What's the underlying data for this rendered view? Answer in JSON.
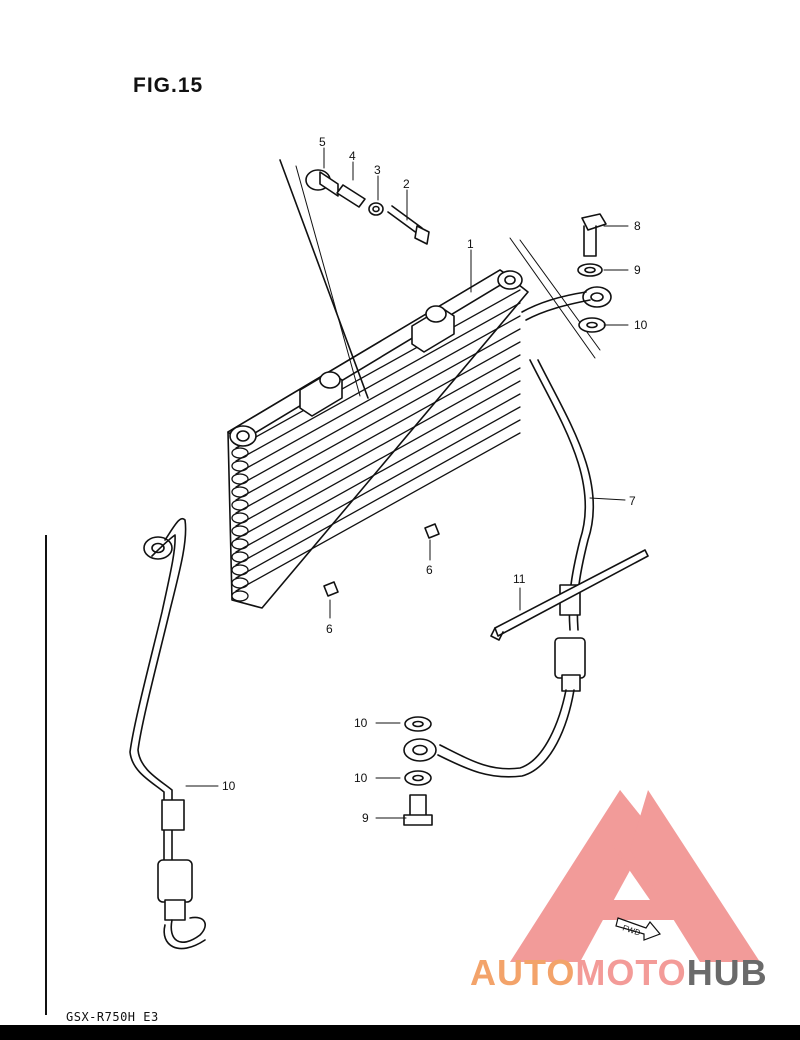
{
  "figure": {
    "title": "FIG.15",
    "footer_code": "GSX-R750H E3"
  },
  "callouts": [
    {
      "id": "c1",
      "label": "1"
    },
    {
      "id": "c2",
      "label": "2"
    },
    {
      "id": "c3",
      "label": "3"
    },
    {
      "id": "c4",
      "label": "4"
    },
    {
      "id": "c5",
      "label": "5"
    },
    {
      "id": "c6a",
      "label": "6"
    },
    {
      "id": "c6b",
      "label": "6"
    },
    {
      "id": "c7",
      "label": "7"
    },
    {
      "id": "c8",
      "label": "8"
    },
    {
      "id": "c9a",
      "label": "9"
    },
    {
      "id": "c9b",
      "label": "9"
    },
    {
      "id": "c10a",
      "label": "10"
    },
    {
      "id": "c10b",
      "label": "10"
    },
    {
      "id": "c10c",
      "label": "10"
    },
    {
      "id": "c10d",
      "label": "10"
    },
    {
      "id": "c11",
      "label": "11"
    }
  ],
  "fwd_marker": "FWD",
  "watermark": {
    "part1": "AUTO",
    "part2": "MOTO",
    "part3": "HUB",
    "colors": {
      "auto": "#f3a36a",
      "moto": "#f39b98",
      "hub": "#6a6a6a",
      "logo": "#f08a88"
    }
  }
}
